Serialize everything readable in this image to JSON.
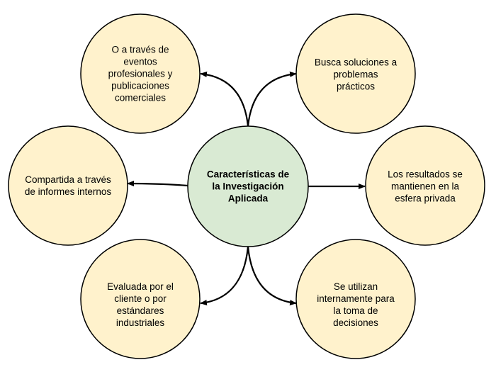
{
  "center": {
    "label": "Características de la Investigación Aplicada",
    "color": "#d9ead3"
  },
  "nodes": [
    {
      "label": "O a través de eventos profesionales y publicaciones comerciales"
    },
    {
      "label": "Busca soluciones a problemas prácticos"
    },
    {
      "label": "Compartida a través de informes internos"
    },
    {
      "label": "Los resultados se mantienen en la esfera privada"
    },
    {
      "label": "Evaluada por el cliente o por estándares industriales"
    },
    {
      "label": "Se utilizan internamente para la toma de decisiones"
    }
  ],
  "colors": {
    "node": "#fff2cc",
    "stroke": "#000000"
  }
}
